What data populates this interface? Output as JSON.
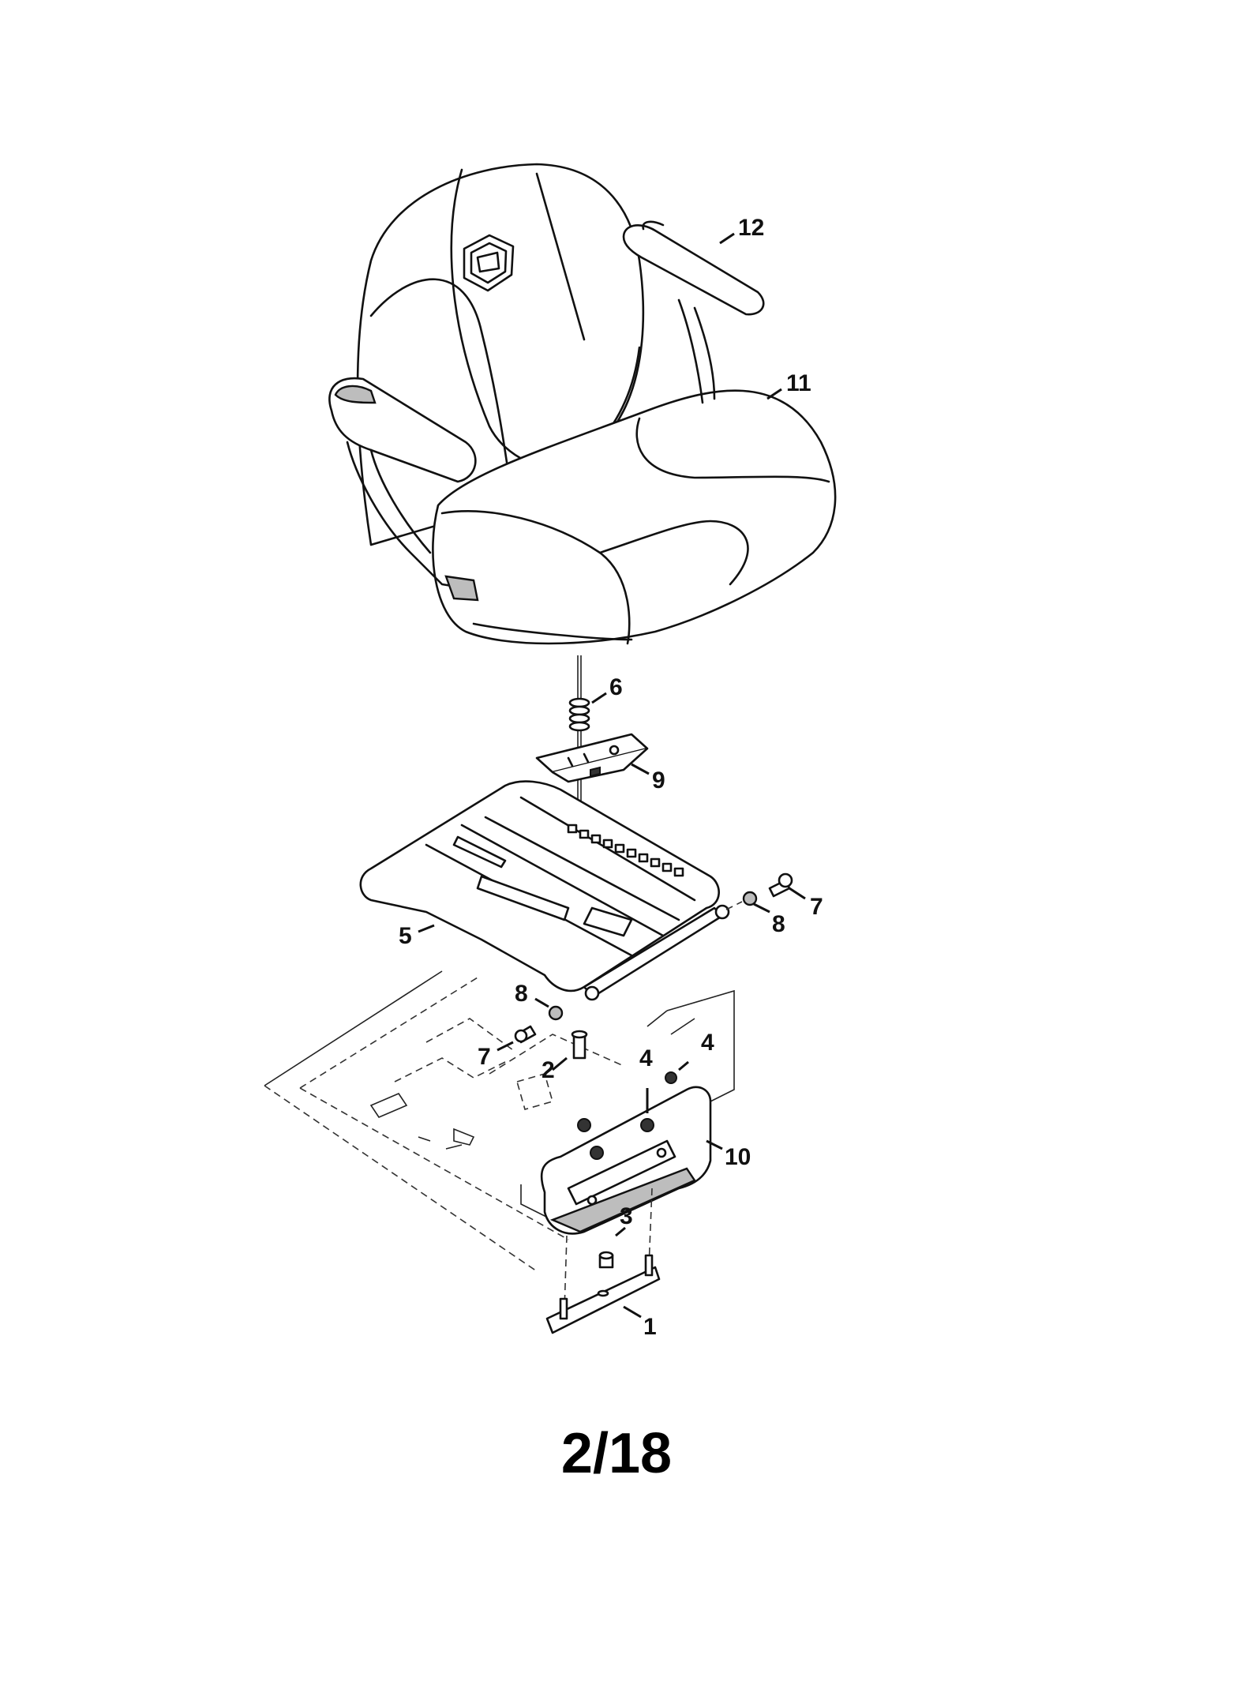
{
  "page_number": "2/18",
  "part_labels": {
    "p1": "1",
    "p2": "2",
    "p3": "3",
    "p4a": "4",
    "p4b": "4",
    "p5": "5",
    "p6": "6",
    "p7a": "7",
    "p7b": "7",
    "p8a": "8",
    "p8b": "8",
    "p9": "9",
    "p10": "10",
    "p11": "11",
    "p12": "12"
  }
}
